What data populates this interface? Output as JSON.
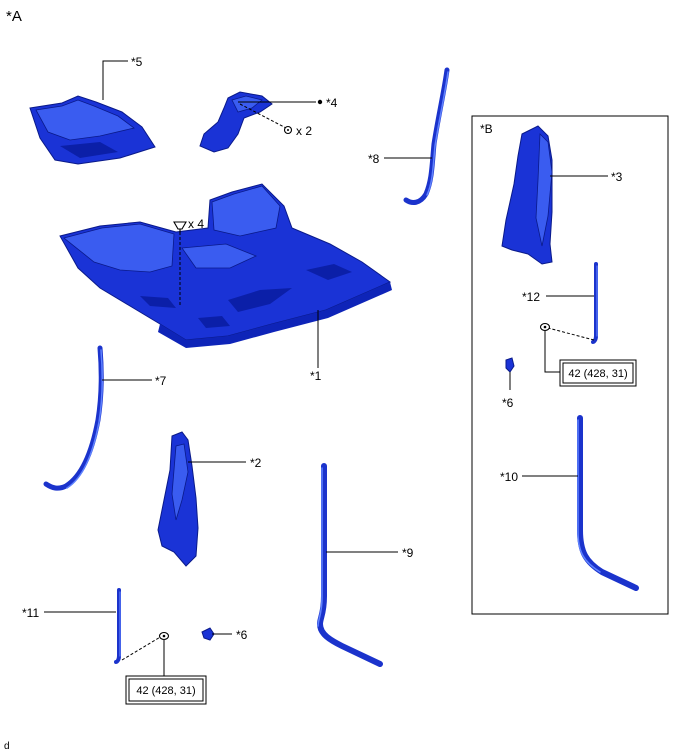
{
  "view_labels": {
    "a": "*A",
    "b": "*B"
  },
  "parts": {
    "p1": "*1",
    "p2": "*2",
    "p3": "*3",
    "p4": "*4",
    "p5": "*5",
    "p6_a": "*6",
    "p6_b": "*6",
    "p7": "*7",
    "p8": "*8",
    "p9": "*9",
    "p10": "*10",
    "p11": "*11",
    "p12": "*12"
  },
  "quantities": {
    "x2": "x 2",
    "x4": "x 4"
  },
  "torque": {
    "a": "42 (428, 31)",
    "b": "42 (428, 31)"
  },
  "footer_code": "d",
  "colors": {
    "part": "#1a33d6",
    "part_highlight": "#5f82ff",
    "outline": "#0a1a8a"
  }
}
